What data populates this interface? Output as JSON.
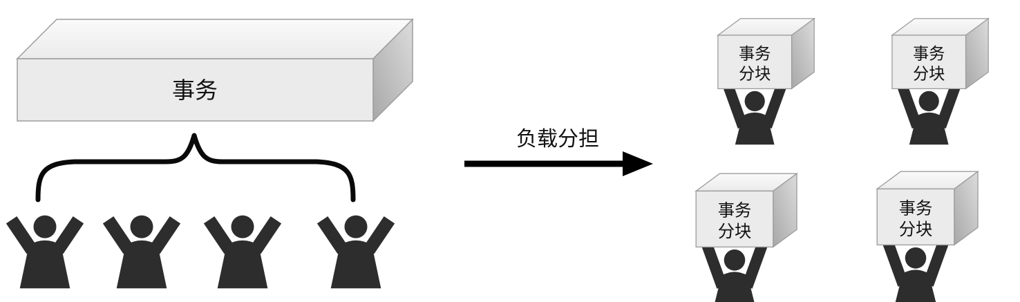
{
  "diagram": {
    "source": {
      "box_label": "事务"
    },
    "arrow_label": "负载分担",
    "targets": [
      {
        "line1": "事务",
        "line2": "分块"
      },
      {
        "line1": "事务",
        "line2": "分块"
      },
      {
        "line1": "事务",
        "line2": "分块"
      },
      {
        "line1": "事务",
        "line2": "分块"
      }
    ],
    "workers_count": 4,
    "colors": {
      "box_front": "#ebebeb",
      "box_top": "#f4f4f4",
      "box_side": "#bcbcbc",
      "figure": "#2d2d2d",
      "stroke": "#000000"
    }
  }
}
